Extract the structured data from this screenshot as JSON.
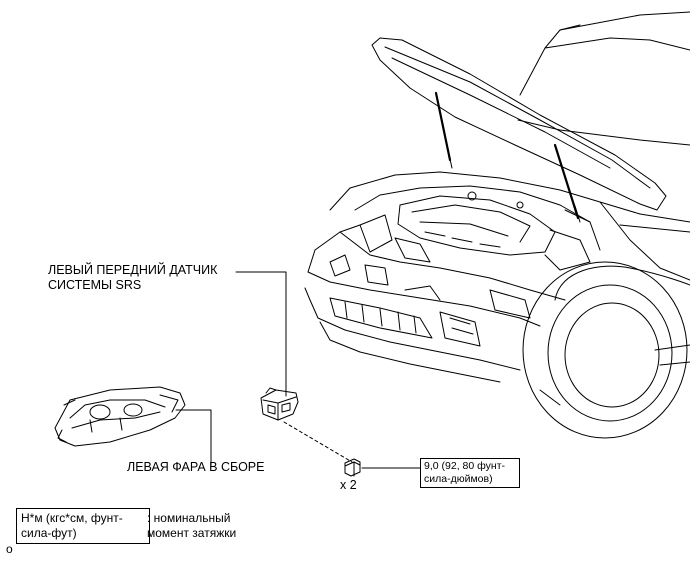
{
  "labels": {
    "sensor_line1": "ЛЕВЫЙ ПЕРЕДНИЙ ДАТЧИК",
    "sensor_line2": "СИСТЕМЫ SRS",
    "headlamp": "ЛЕВАЯ ФАРА В СБОРЕ",
    "bolt_count": "x 2"
  },
  "torque": {
    "line1": "9,0 (92, 80 фунт-",
    "line2": "сила-дюймов)"
  },
  "legend": {
    "unit_line1": "Н*м (кгс*см, фунт-",
    "unit_line2": "сила-фут)",
    "desc_line1": ": номинальный",
    "desc_line2": "момент затяжки"
  },
  "corner_mark": "o"
}
